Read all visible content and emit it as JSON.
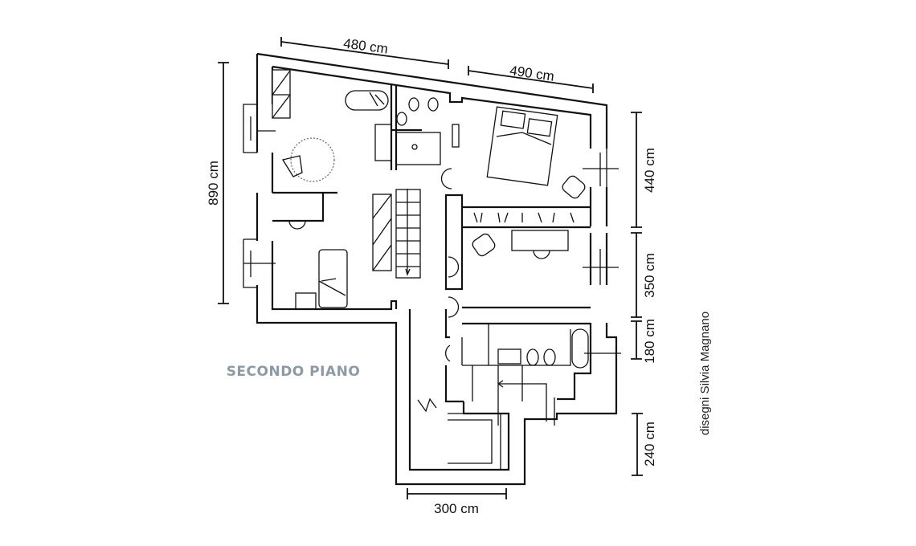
{
  "title": "SECONDO PIANO",
  "credit": "disegni Silvia Magnano",
  "dimensions": {
    "top_left": "480 cm",
    "top_right": "490 cm",
    "left_height": "890 cm",
    "right_bedroom": "440 cm",
    "right_study": "350 cm",
    "right_bath": "180 cm",
    "right_lower": "240 cm",
    "bottom": "300 cm"
  },
  "colors": {
    "title": "#8d9aa5",
    "lines": "#111111"
  }
}
